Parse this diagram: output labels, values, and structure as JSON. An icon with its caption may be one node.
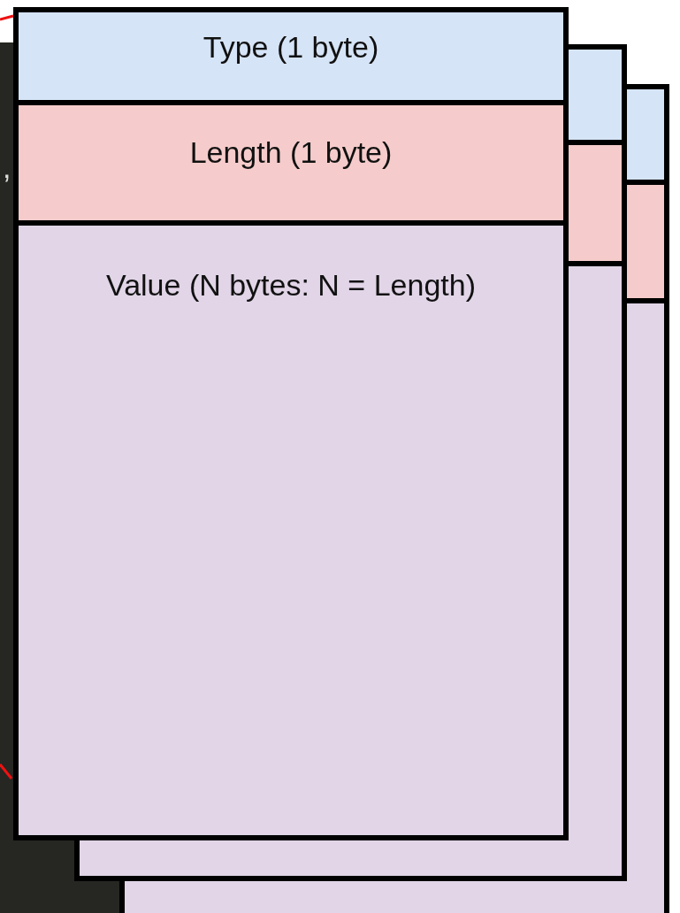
{
  "diagram": {
    "nodes": [
      {
        "text": [
          "Type (1 byte)"
        ]
      },
      {
        "text": [
          "Length (1 byte)"
        ]
      },
      {
        "text": [
          "Value (N bytes: N = Length)"
        ]
      },
      {
        "text": [],
        "shape": "box"
      },
      {
        "text": [],
        "shape": "box"
      },
      {
        "text": [],
        "shape": "box"
      },
      {
        "text": [],
        "shape": "box"
      },
      {
        "text": [],
        "shape": "box"
      },
      {
        "text": [],
        "shape": "box"
      }
    ],
    "labels": [
      ","
    ]
  }
}
